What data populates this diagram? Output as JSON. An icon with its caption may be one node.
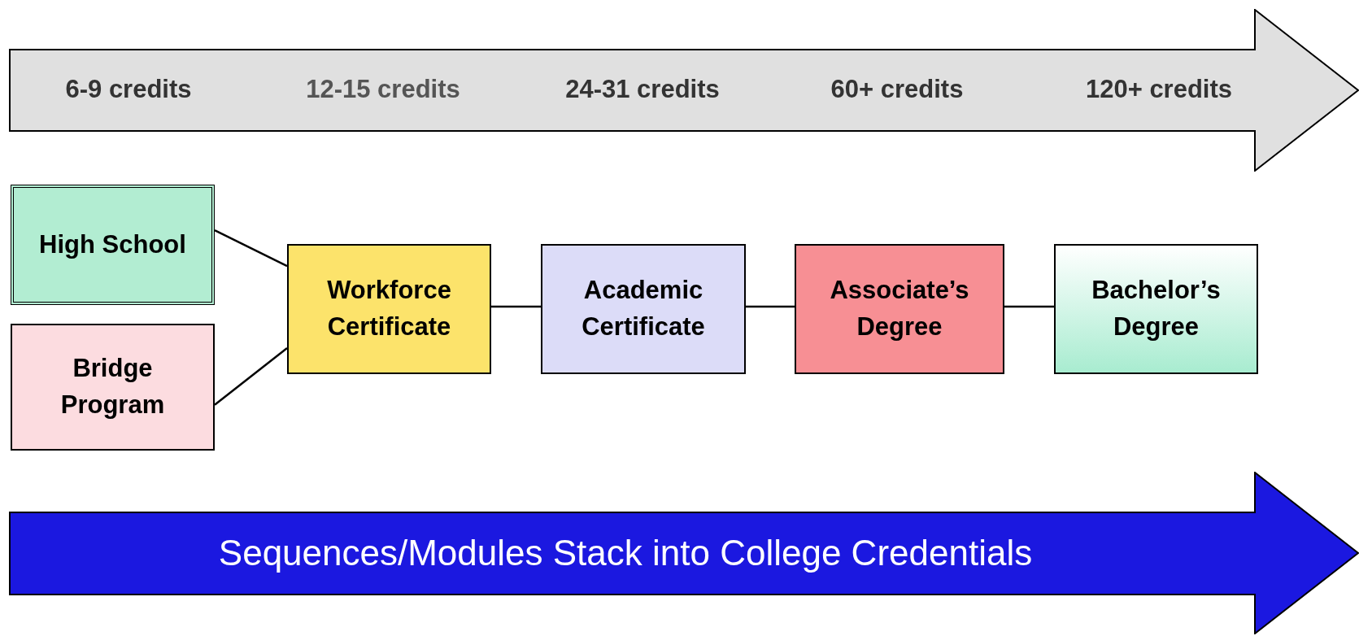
{
  "diagram": {
    "nodes": [
      {
        "text": [
          "6-9 credits",
          "12-15 credits",
          "24-31 credits",
          "60+ credits",
          "120+ credits"
        ]
      },
      {
        "text": [
          "High School"
        ]
      },
      {
        "text": [
          "Bridge Program"
        ]
      },
      {
        "text": [
          "Workforce Certificate"
        ]
      },
      {
        "text": [
          "Academic Certificate"
        ]
      },
      {
        "text": [
          "Associate’s Degree"
        ]
      },
      {
        "text": [
          "Bachelor’s Degree"
        ]
      },
      {
        "text": [
          "Sequences/Modules  Stack into College Credentials"
        ]
      }
    ],
    "edges": [
      {
        "from": 1,
        "to": 3,
        "arrow": "none"
      },
      {
        "from": 2,
        "to": 3,
        "arrow": "none"
      },
      {
        "from": 3,
        "to": 4,
        "arrow": "none"
      },
      {
        "from": 4,
        "to": 5,
        "arrow": "none"
      },
      {
        "from": 5,
        "to": 6,
        "arrow": "none"
      }
    ]
  }
}
